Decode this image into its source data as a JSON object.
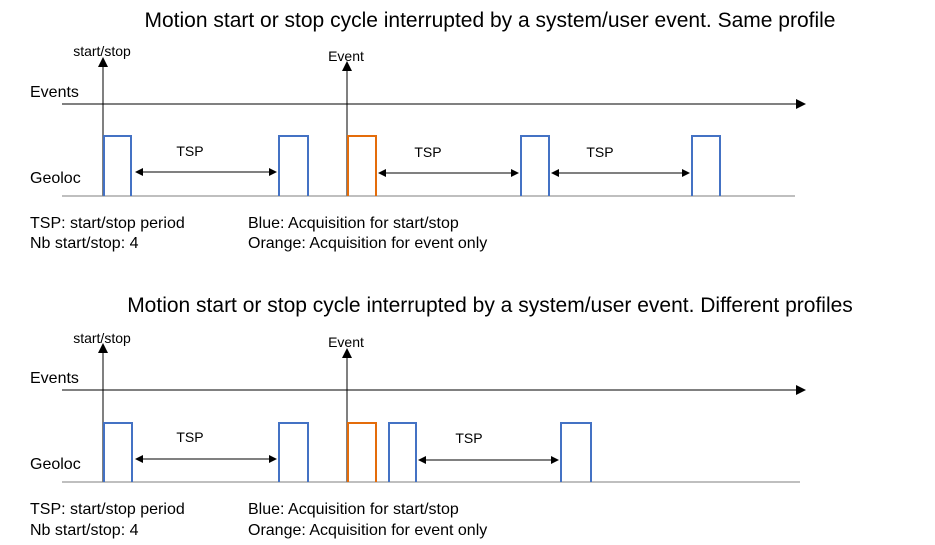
{
  "colors": {
    "blue": "#4472C4",
    "orange": "#E46C0A",
    "axis": "#000000",
    "baseline": "#7F7F7F"
  },
  "panels": [
    {
      "title": "Motion start or stop cycle interrupted by a system/user event. Same profile",
      "start_stop_label": "start/stop",
      "event_label": "Event",
      "events_row_label": "Events",
      "geoloc_row_label": "Geoloc",
      "tsp_labels": [
        "TSP",
        "TSP",
        "TSP"
      ],
      "legend": {
        "tsp_def": "TSP: start/stop period",
        "nb": "Nb start/stop: 4",
        "blue": "Blue: Acquisition for start/stop",
        "orange": "Orange: Acquisition for event only"
      }
    },
    {
      "title": "Motion start or stop cycle interrupted by a system/user event. Different profiles",
      "start_stop_label": "start/stop",
      "event_label": "Event",
      "events_row_label": "Events",
      "geoloc_row_label": "Geoloc",
      "tsp_labels": [
        "TSP",
        "TSP"
      ],
      "legend": {
        "tsp_def": "TSP: start/stop period",
        "nb": "Nb start/stop: 4",
        "blue": "Blue: Acquisition for start/stop",
        "orange": "Orange: Acquisition for event only"
      }
    }
  ]
}
